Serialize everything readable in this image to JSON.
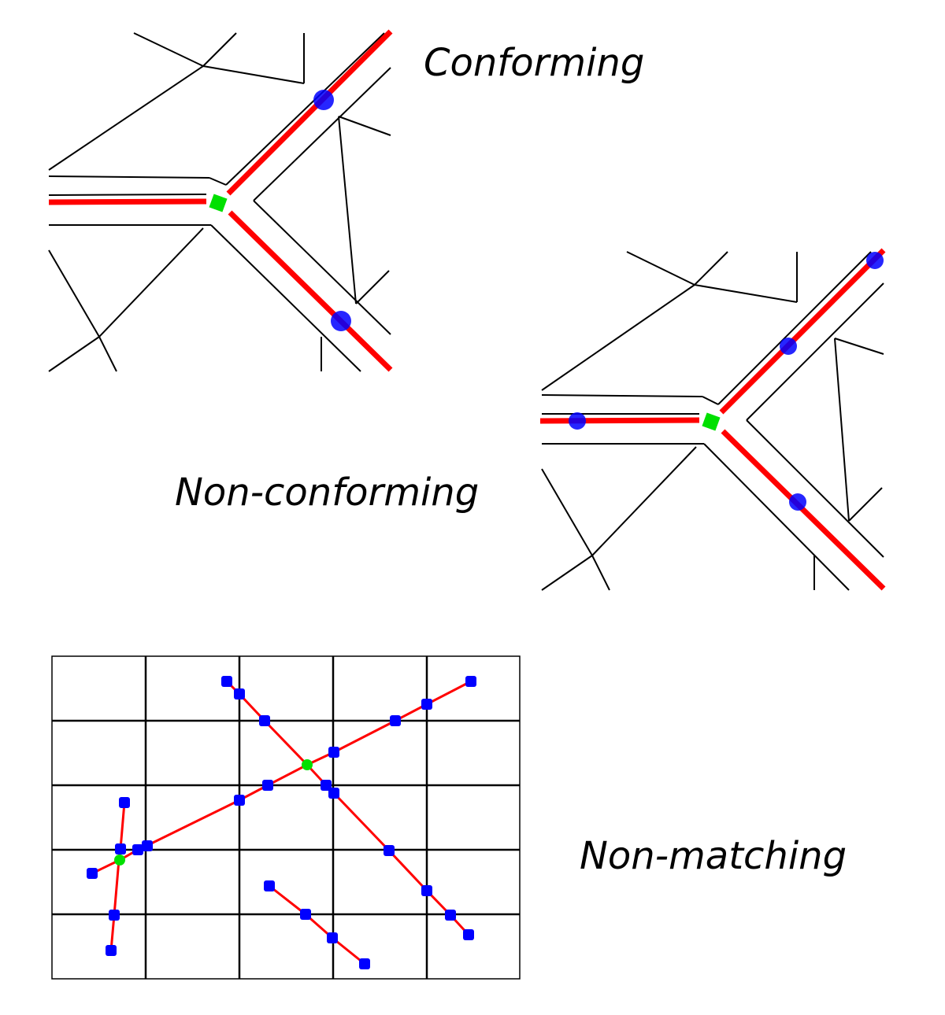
{
  "labels": {
    "conforming": "Conforming",
    "non_conforming": "Non-conforming",
    "non_matching": "Non-matching"
  },
  "colors": {
    "mesh_line": "#000000",
    "fracture": "#ff0000",
    "node": "#0000ff",
    "intersection": "#00e000",
    "background": "#ffffff"
  }
}
